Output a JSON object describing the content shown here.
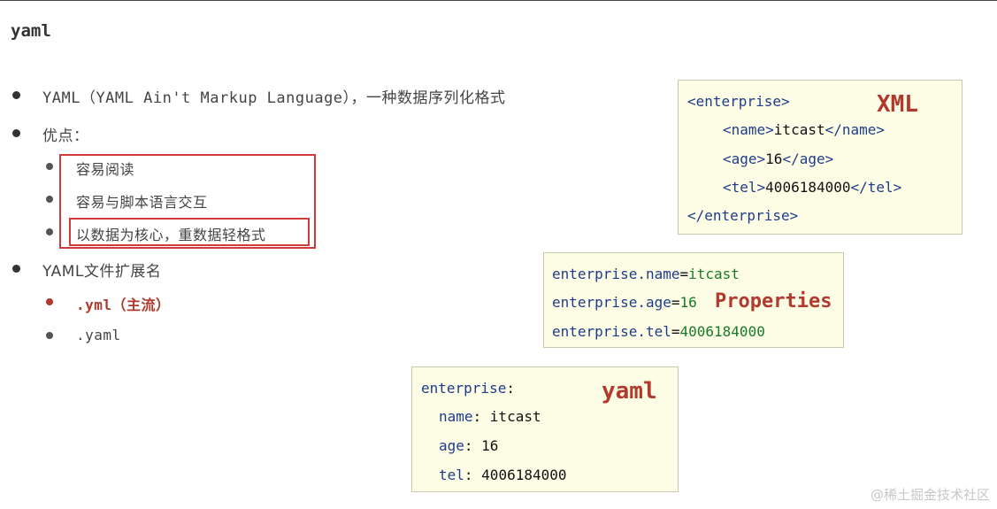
{
  "title": "yaml",
  "bullets": {
    "intro": "YAML（YAML Ain't Markup Language），一种数据序列化格式",
    "advantages_label": "优点：",
    "advantages": [
      "容易阅读",
      "容易与脚本语言交互",
      "以数据为核心，重数据轻格式"
    ],
    "extension_label": "YAML文件扩展名",
    "extensions": [
      ".yml（主流）",
      ".yaml"
    ]
  },
  "xml_box": {
    "label": "XML",
    "lines": {
      "open": "<enterprise>",
      "name_open": "<name>",
      "name_val": "itcast",
      "name_close": "</name>",
      "age_open": "<age>",
      "age_val": "16",
      "age_close": "</age>",
      "tel_open": "<tel>",
      "tel_val": "4006184000",
      "tel_close": "</tel>",
      "close": "</enterprise>"
    }
  },
  "properties_box": {
    "label": "Properties",
    "lines": [
      {
        "key": "enterprise.name",
        "eq": "=",
        "val": "itcast"
      },
      {
        "key": "enterprise.age",
        "eq": "=",
        "val": "16"
      },
      {
        "key": "enterprise.tel",
        "eq": "=",
        "val": "4006184000"
      }
    ]
  },
  "yaml_box": {
    "label": "yaml",
    "root": "enterprise",
    "colon": ":",
    "lines": [
      {
        "key": "name",
        "val": ": itcast"
      },
      {
        "key": "age",
        "val": ": 16"
      },
      {
        "key": "tel",
        "val": ": 4006184000"
      }
    ]
  },
  "watermark": "@稀土掘金技术社区",
  "colors": {
    "accent_red": "#b03a2e",
    "code_blue": "#1f3c8a",
    "code_green": "#1a7a2a",
    "box_bg": "#fdfde6"
  }
}
